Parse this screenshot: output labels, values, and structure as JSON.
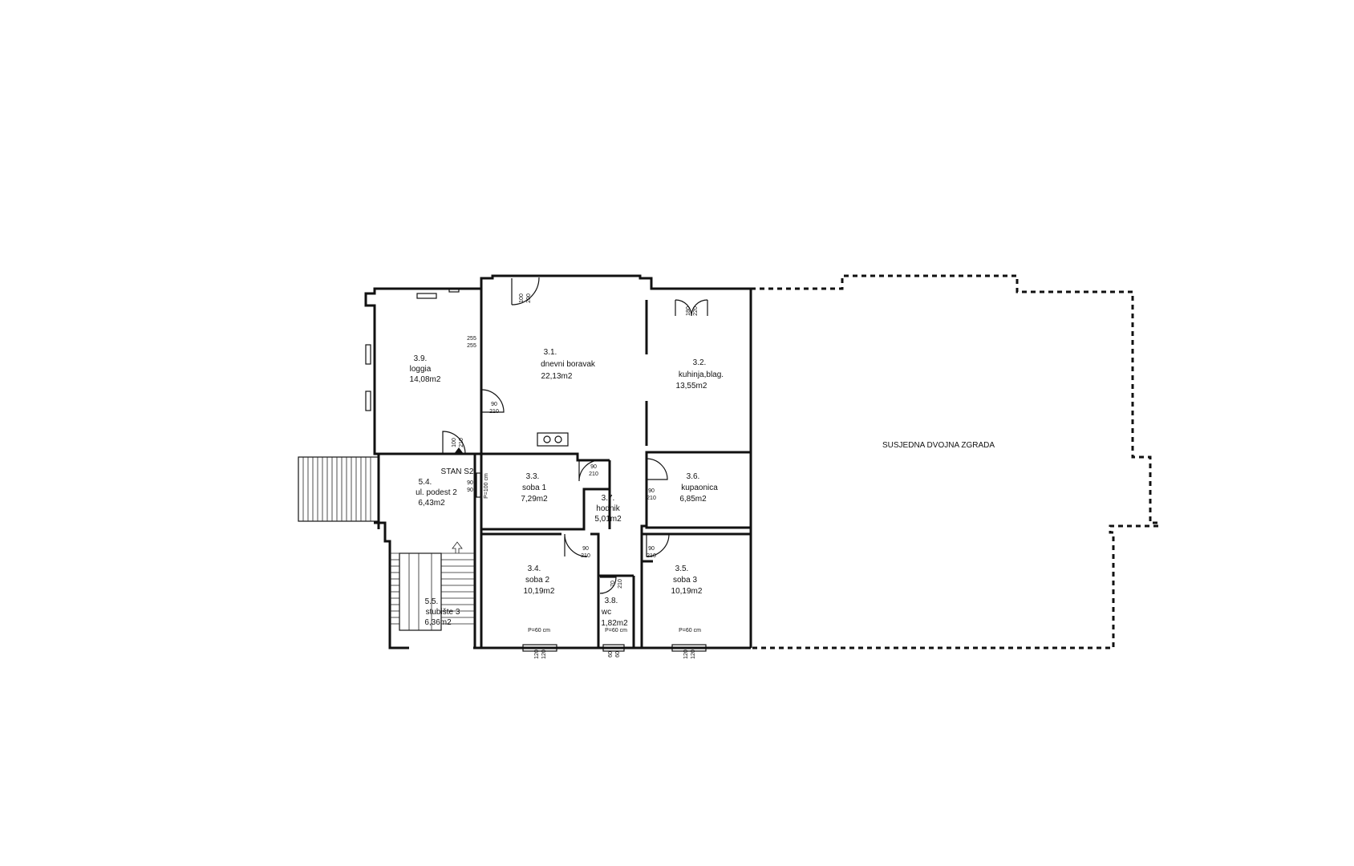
{
  "rooms": [
    {
      "id": "3.9",
      "lines": [
        "3.9.",
        "loggia",
        "14,08m2"
      ]
    },
    {
      "id": "3.1",
      "lines": [
        "3.1.",
        "dnevni boravak",
        "22,13m2"
      ]
    },
    {
      "id": "3.2",
      "lines": [
        "3.2.",
        "kuhinja,blag.",
        "13,55m2"
      ]
    },
    {
      "id": "5.4",
      "lines": [
        "5.4.",
        "ul. podest 2",
        "6,43m2"
      ]
    },
    {
      "id": "3.3",
      "lines": [
        "3.3.",
        "soba 1",
        "7,29m2"
      ]
    },
    {
      "id": "3.7",
      "lines": [
        "3.7.",
        "hodnik",
        "5,01m2"
      ]
    },
    {
      "id": "3.6",
      "lines": [
        "3.6.",
        "kupaonica",
        "6,85m2"
      ]
    },
    {
      "id": "3.4",
      "lines": [
        "3.4.",
        "soba 2",
        "10,19m2"
      ]
    },
    {
      "id": "3.8",
      "lines": [
        "3.8.",
        "wc",
        "1,82m2"
      ]
    },
    {
      "id": "3.5",
      "lines": [
        "3.5.",
        "soba 3",
        "10,19m2"
      ]
    },
    {
      "id": "5.5",
      "lines": [
        "5.5.",
        "stubište 3",
        "6,36m2"
      ]
    }
  ],
  "apartment_label": "STAN S2",
  "neighbor_label": "SUSJEDNA DVOJNA ZGRADA",
  "door_labels": [
    {
      "w": "100",
      "h": "200"
    },
    {
      "w": "180",
      "h": "220"
    },
    {
      "w": "90",
      "h": "210"
    },
    {
      "w": "100",
      "h": "210"
    },
    {
      "w": "90",
      "h": "210"
    },
    {
      "w": "90",
      "h": "210"
    },
    {
      "w": "90",
      "h": "210"
    },
    {
      "w": "90",
      "h": "210"
    },
    {
      "w": "70",
      "h": "210"
    },
    {
      "w": "90",
      "h": "90"
    }
  ],
  "opening_label": {
    "w": "255",
    "h": "255"
  },
  "parapet_notes": [
    "P=100 cm",
    "P=60 cm",
    "P=60 cm",
    "P=60 cm"
  ],
  "window_labels": [
    {
      "w": "120",
      "h": "120"
    },
    {
      "w": "60",
      "h": "60"
    },
    {
      "w": "120",
      "h": "120"
    }
  ]
}
